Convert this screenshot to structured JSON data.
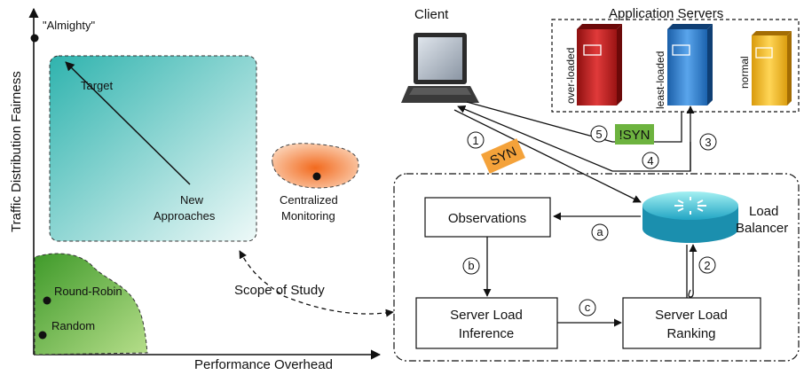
{
  "left_plot": {
    "y_axis_label": "Traffic Distribution Fairness",
    "x_axis_label": "Performance Overhead",
    "almighty": "\"Almighty\"",
    "target": "Target",
    "new_approaches": [
      "New",
      "Approaches"
    ],
    "centralized": [
      "Centralized",
      "Monitoring"
    ],
    "round_robin": "Round-Robin",
    "random": "Random",
    "scope": "Scope of Study",
    "colors": {
      "target_region": "#5bc4bf",
      "baseline_region": "#7ac043",
      "central_region": "#f07e3f"
    }
  },
  "right_diagram": {
    "client": "Client",
    "app_servers": "Application Servers",
    "servers": [
      {
        "label": "over-loaded",
        "color": "#c41f1f"
      },
      {
        "label": "least-loaded",
        "color": "#2f7fd1"
      },
      {
        "label": "normal",
        "color": "#f2b61d"
      }
    ],
    "load_balancer": [
      "Load",
      "Balancer"
    ],
    "observations": "Observations",
    "inference": [
      "Server Load",
      "Inference"
    ],
    "ranking": [
      "Server Load",
      "Ranking"
    ],
    "steps": [
      "1",
      "2",
      "3",
      "4",
      "5"
    ],
    "substeps": [
      "a",
      "b",
      "c"
    ],
    "syn_tag": "SYN",
    "nsyn_tag": "!SYN",
    "colors": {
      "syn": "#f4a23a",
      "nsyn": "#6db33f"
    }
  }
}
